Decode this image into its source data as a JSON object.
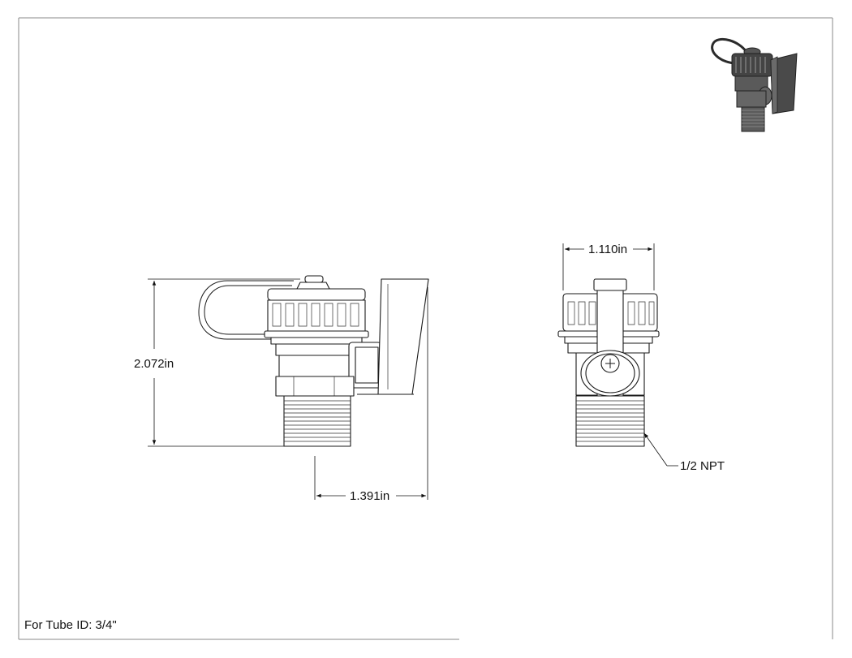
{
  "dimensions": {
    "height": "2.072in",
    "width_side": "1.391in",
    "width_front": "1.110in"
  },
  "callout": {
    "thread": "1/2 NPT"
  },
  "note": {
    "tube_id": "For Tube ID: 3/4\""
  }
}
